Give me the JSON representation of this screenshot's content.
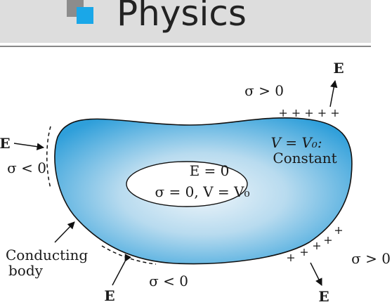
{
  "header": {
    "title": "Physics",
    "colors": {
      "accent_blue": "#1aa7e8",
      "accent_gray": "#8c8c8c",
      "bar": "#dddddd"
    }
  },
  "diagram": {
    "field_symbol": "E",
    "inner_field": "E = 0",
    "inner_potential": "σ = 0,  V = V₀",
    "surface_potential": "V = V₀:",
    "constant_label": "Constant",
    "sigma_pos": "σ > 0",
    "sigma_neg": "σ < 0",
    "plus_top": "+ + + + +",
    "plus_bottom": "+ + + + +",
    "conducting_body": [
      "Conducting",
      "body"
    ],
    "colors": {
      "body_center": "#e7f1f8",
      "body_edge": "#36a4de"
    }
  }
}
